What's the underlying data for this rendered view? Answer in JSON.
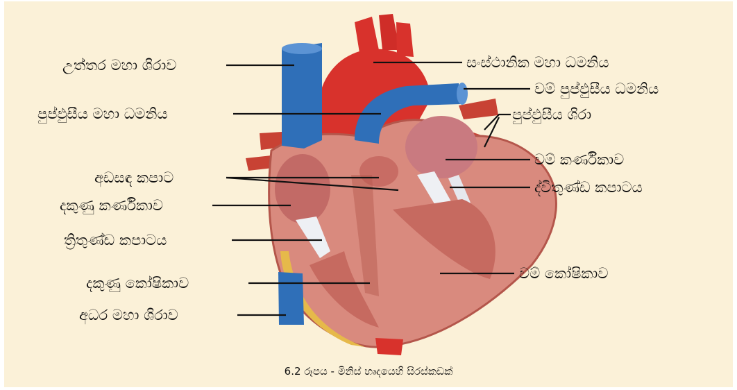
{
  "labels": {
    "superior_vena_cava": "උත්තර මහා ශිරාව",
    "aorta": "සංස්ථානික මහා ධමනිය",
    "left_pulmonary_artery": "වම් පුප්ඵුසීය ධමනිය",
    "pulmonary_trunk": "පුප්ඵුසීය මහා ධමනිය",
    "pulmonary_veins": "පුප්ඵුසීය ශිරා",
    "left_atrium": "වම් කර්ණිකාව",
    "semilunar_valves": "අඩසඳ කපාට",
    "bicuspid_valve": "ද්විතුණ්ඩ කපාටය",
    "right_atrium": "දකුණු කර්ණිකාව",
    "tricuspid_valve": "ත්‍රිතුණ්ඩ කපාටය",
    "left_ventricle": "වම් කෝෂිකාව",
    "right_ventricle": "දකුණු කෝෂිකාව",
    "inferior_vena_cava": "අධර මහා ශිරාව"
  },
  "caption": "6.2 රූපය - මිනිස් හෘදයෙහි සිරස්කඩක්",
  "colors": {
    "background": "#fbf1d8",
    "vein": "#2f6fb8",
    "artery": "#d8322c",
    "muscle": "#d98a7e",
    "muscle_dark": "#b4564b",
    "fat": "#e6b94a"
  }
}
